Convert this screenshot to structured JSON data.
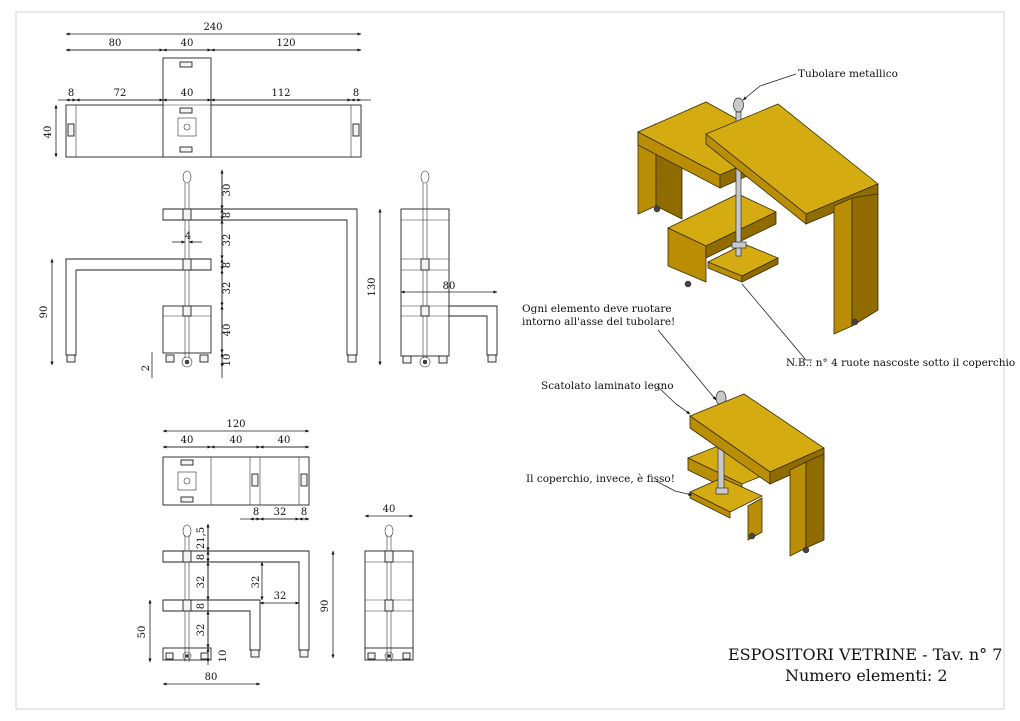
{
  "title_block": {
    "title": "ESPOSITORI VETRINE - Tav. n° 7",
    "subtitle": "Numero elementi: 2"
  },
  "annotations": {
    "tubolare": "Tubolare metallico",
    "ruotare_1": "Ogni elemento deve ruotare",
    "ruotare_2": "intorno all'asse del tubolare!",
    "ruote": "N.B.: n° 4 ruote nascoste sotto il coperchio",
    "scatolato": "Scatolato laminato legno",
    "coperchio": "Il coperchio, invece, è fisso!"
  },
  "dims_a": {
    "total": "240",
    "s80": "80",
    "s40": "40",
    "s120": "120",
    "e8a": "8",
    "s72": "72",
    "m40": "40",
    "s112": "112",
    "e8b": "8",
    "depth40": "40",
    "h30": "30",
    "h8a": "8",
    "h32a": "32",
    "h8b": "8",
    "h32b": "32",
    "h40": "40",
    "h10": "10",
    "tube4": "4",
    "h90": "90",
    "h2": "2",
    "h130": "130",
    "side80": "80"
  },
  "dims_b": {
    "total": "120",
    "a40": "40",
    "b40": "40",
    "c40": "40",
    "g8a": "8",
    "g32": "32",
    "g8b": "8",
    "side40": "40",
    "h21": "21,5",
    "h8": "8",
    "h32a": "32",
    "h32b": "32",
    "w32": "32",
    "h8b": "8",
    "h32c": "32",
    "h10": "10",
    "h50": "50",
    "h90": "90",
    "w80": "80"
  }
}
